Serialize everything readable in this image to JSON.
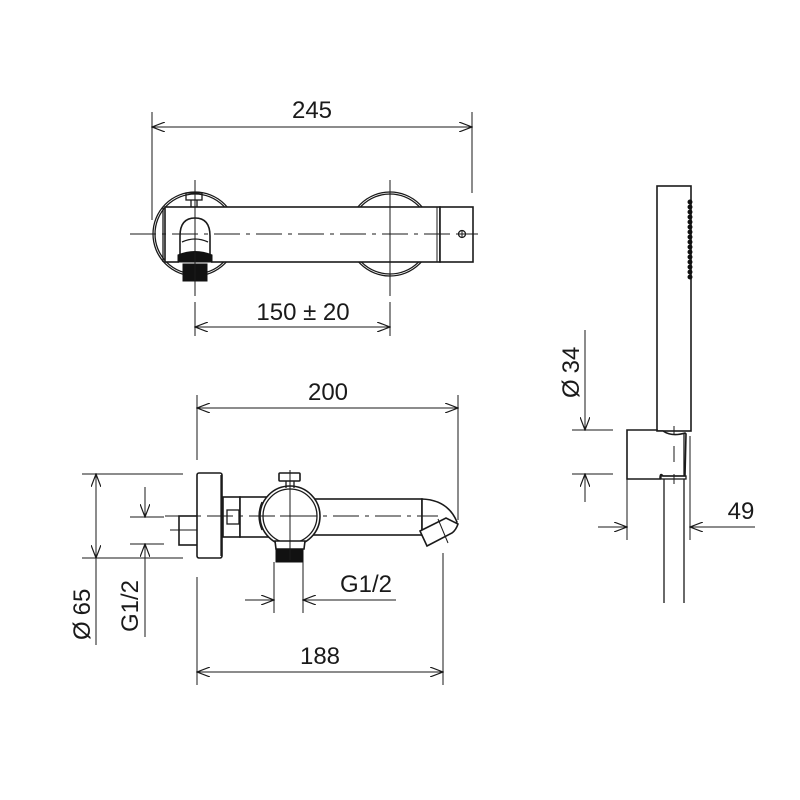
{
  "drawing": {
    "type": "technical dimension drawing",
    "subject": "wall-mounted bath mixer with hand shower",
    "line_color": "#1a1a1a",
    "background": "#ffffff"
  },
  "top_view": {
    "overall_width_label": "245",
    "centers_label": "150 ± 20"
  },
  "front_view": {
    "projection_label": "200",
    "spout_length_label": "188",
    "flange_diameter_label": "Ø 65",
    "inlet_thread_label": "G1/2",
    "outlet_thread_label": "G1/2",
    "diameter_symbol": "Ø",
    "flange_diameter_value": "65"
  },
  "hand_shower": {
    "diameter_symbol": "Ø",
    "diameter_value": "34",
    "holder_projection_label": "49"
  }
}
